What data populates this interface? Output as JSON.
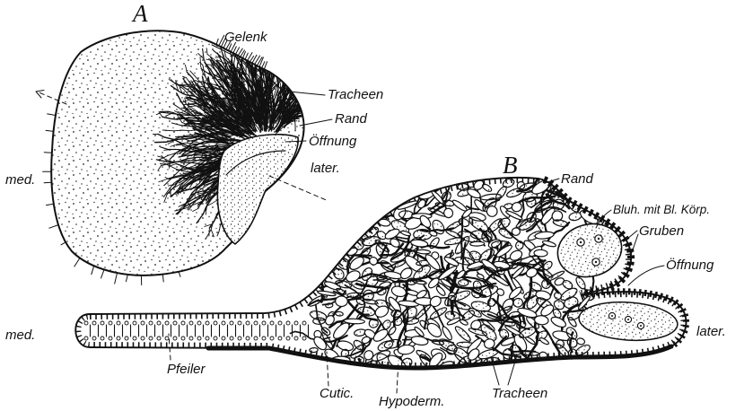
{
  "figure_a": {
    "letter": "A",
    "labels": {
      "gelenk": "Gelenk",
      "tracheen": "Tracheen",
      "rand": "Rand",
      "oeffnung": "Öffnung",
      "later": "later.",
      "med": "med."
    }
  },
  "figure_b": {
    "letter": "B",
    "labels": {
      "rand": "Rand",
      "blut": "Bluh. mit Bl. Körp.",
      "gruben": "Gruben",
      "oeffnung": "Öffnung",
      "med": "med.",
      "later": "later.",
      "pfeiler": "Pfeiler",
      "cutic": "Cutic.",
      "hypoderm": "Hypoderm.",
      "tracheen": "Tracheen"
    }
  }
}
